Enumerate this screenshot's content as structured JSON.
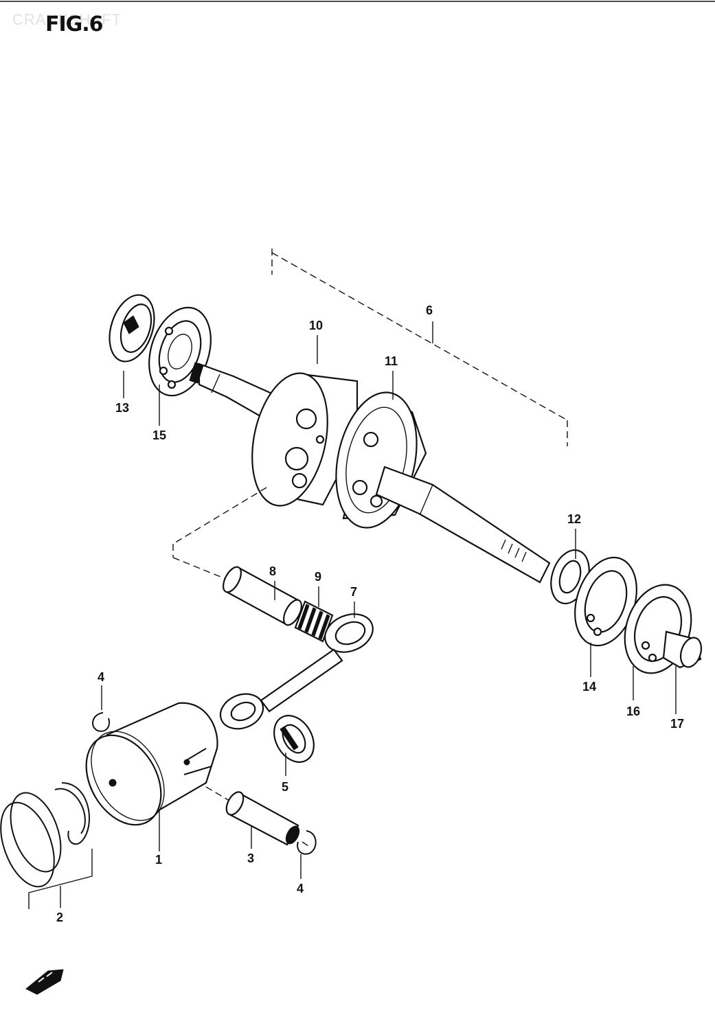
{
  "watermark": "CRANKSHAFT",
  "figure_title": "FIG.6",
  "callouts": {
    "p1": "1",
    "p2": "2",
    "p3": "3",
    "p4a": "4",
    "p4b": "4",
    "p5": "5",
    "p6": "6",
    "p7": "7",
    "p8": "8",
    "p9": "9",
    "p10": "10",
    "p11": "11",
    "p12": "12",
    "p13": "13",
    "p14": "14",
    "p15": "15",
    "p16": "16",
    "p17": "17"
  }
}
